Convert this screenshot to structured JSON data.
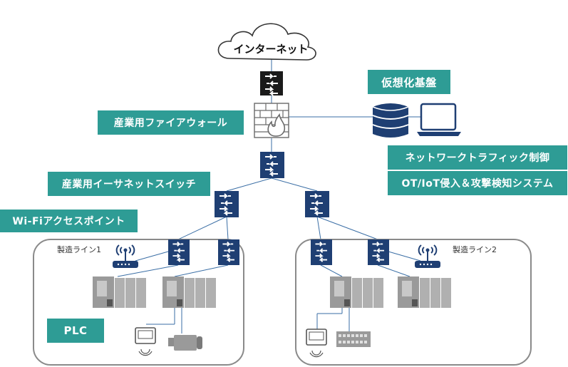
{
  "internet": {
    "label": "インターネット"
  },
  "labels": {
    "virtualization": "仮想化基盤",
    "firewall": "産業用ファイアウォール",
    "traffic_control": "ネットワークトラフィック制御",
    "ids": "OT/IoT侵入＆攻撃検知システム",
    "ethernet_switch": "産業用イーサネットスイッチ",
    "wifi_ap": "Wi-Fiアクセスポイント",
    "plc": "PLC"
  },
  "lines": [
    {
      "title": "製造ライン1"
    },
    {
      "title": "製造ライン2"
    }
  ],
  "colors": {
    "accent": "#2e9c95",
    "switch": "#1f3f73",
    "router_dark": "#1a1a1a",
    "icon_gray": "#8d8d8d",
    "link": "#3a6ea5"
  }
}
